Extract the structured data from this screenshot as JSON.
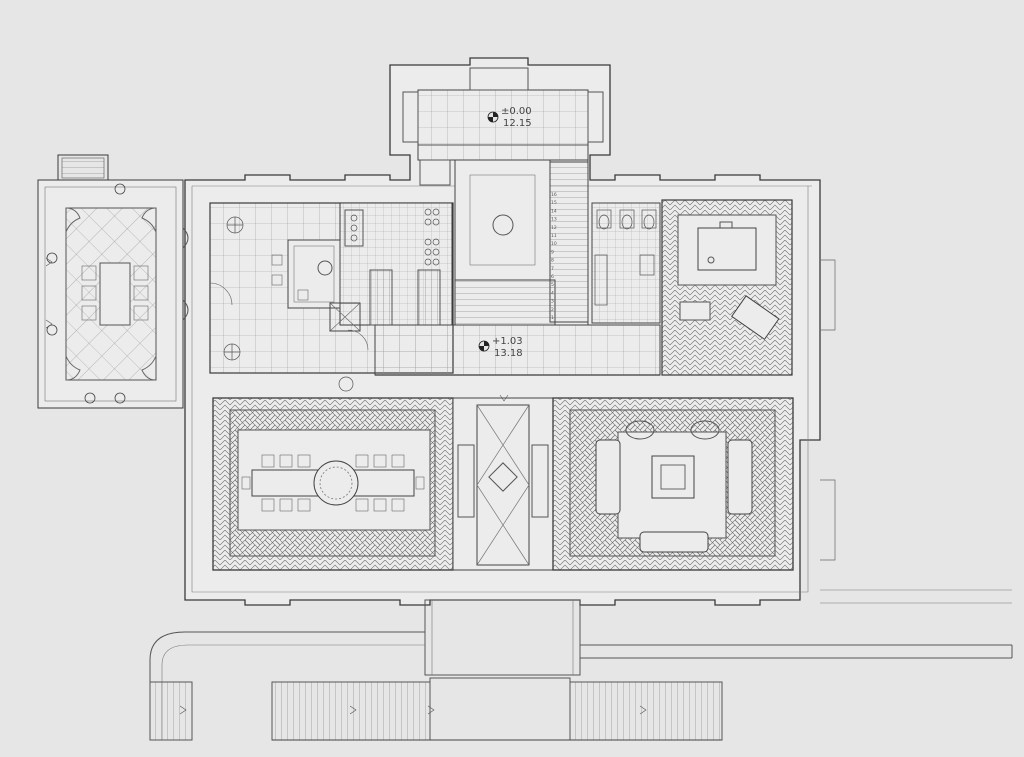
{
  "levels": {
    "upper": {
      "elevation": "±0.00",
      "ref": "12.15"
    },
    "ground": {
      "elevation": "+1.03",
      "ref": "13.18"
    }
  },
  "stair_steps": [
    "16",
    "15",
    "14",
    "13",
    "12",
    "11",
    "10",
    "9",
    "8",
    "7",
    "6",
    "5",
    "4",
    "3",
    "2",
    "1"
  ],
  "colors": {
    "background": "#e6e6e6",
    "line": "#3a3a3a",
    "fill": "#ececec"
  },
  "icons": {
    "level_marker": "quartered-circle-icon",
    "door": "door-arc-icon",
    "planter": "round-table-icon"
  }
}
